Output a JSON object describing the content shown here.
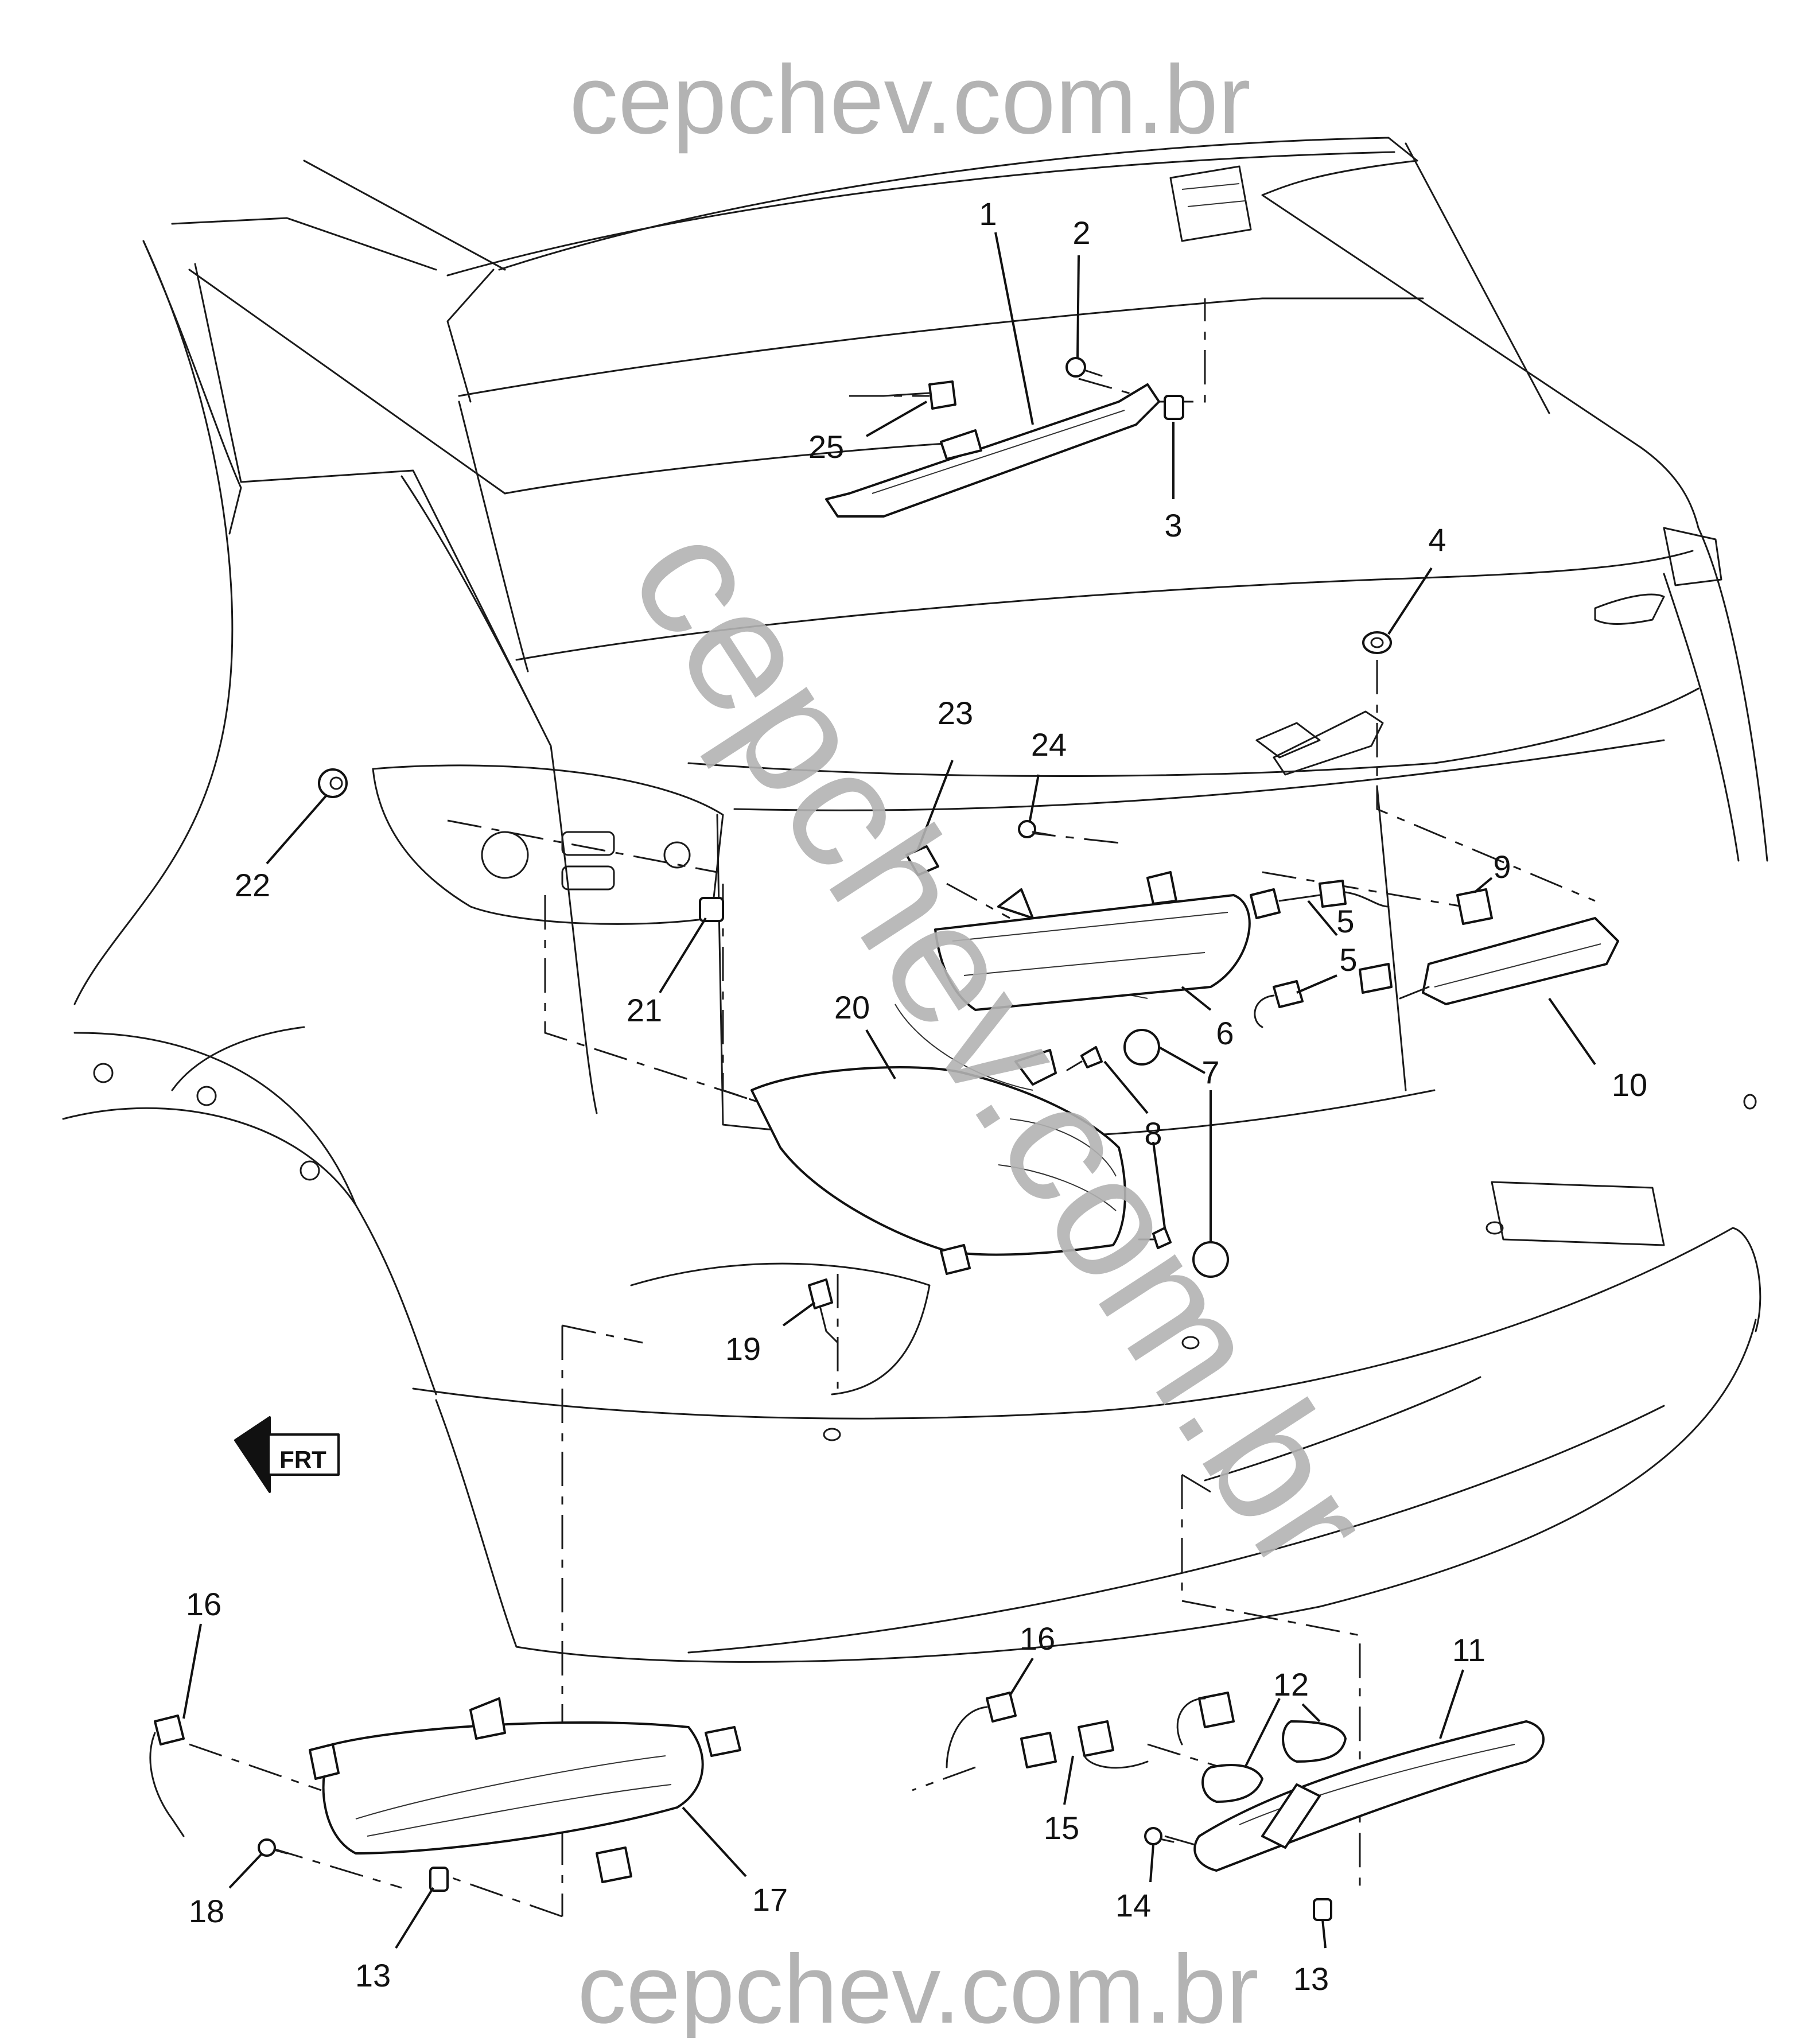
{
  "watermark": {
    "top": "cepchev.com.br",
    "diagonal": "cepchev.com.br",
    "bottom": "cepchev.com.br",
    "color": "#b3b3b3"
  },
  "orientation": {
    "icon": "front-direction-arrow-icon",
    "label": "FRT"
  },
  "callouts": [
    {
      "id": "c1",
      "label": "1"
    },
    {
      "id": "c2",
      "label": "2"
    },
    {
      "id": "c3",
      "label": "3"
    },
    {
      "id": "c4",
      "label": "4"
    },
    {
      "id": "c5a",
      "label": "5"
    },
    {
      "id": "c5b",
      "label": "5"
    },
    {
      "id": "c6",
      "label": "6"
    },
    {
      "id": "c7",
      "label": "7"
    },
    {
      "id": "c8",
      "label": "8"
    },
    {
      "id": "c9",
      "label": "9"
    },
    {
      "id": "c10",
      "label": "10"
    },
    {
      "id": "c11",
      "label": "11"
    },
    {
      "id": "c12",
      "label": "12"
    },
    {
      "id": "c13a",
      "label": "13"
    },
    {
      "id": "c13b",
      "label": "13"
    },
    {
      "id": "c14",
      "label": "14"
    },
    {
      "id": "c15",
      "label": "15"
    },
    {
      "id": "c16a",
      "label": "16"
    },
    {
      "id": "c16b",
      "label": "16"
    },
    {
      "id": "c17",
      "label": "17"
    },
    {
      "id": "c18",
      "label": "18"
    },
    {
      "id": "c19",
      "label": "19"
    },
    {
      "id": "c20",
      "label": "20"
    },
    {
      "id": "c21",
      "label": "21"
    },
    {
      "id": "c22",
      "label": "22"
    },
    {
      "id": "c23",
      "label": "23"
    },
    {
      "id": "c24",
      "label": "24"
    },
    {
      "id": "c25",
      "label": "25"
    }
  ]
}
